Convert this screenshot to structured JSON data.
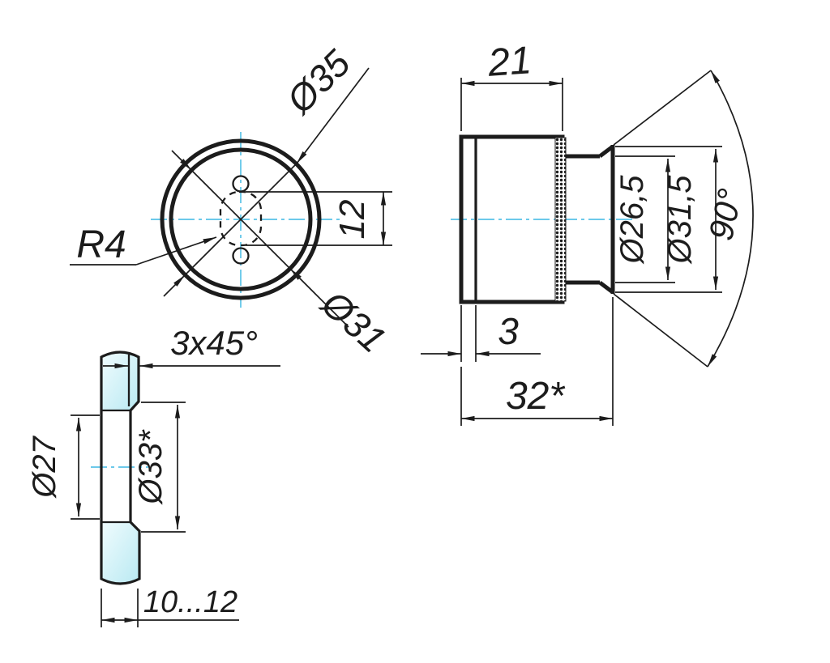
{
  "drawing_type": "technical-drawing",
  "labels": {
    "front": {
      "outer_dia": "Ø35",
      "inner_dia": "Ø31",
      "slot_radius": "R4",
      "slot_length": "12"
    },
    "side": {
      "body_length": "21",
      "recess_depth": "3",
      "overall_length": "32*",
      "seat_small_dia": "Ø26,5",
      "seat_large_dia": "Ø31,5",
      "seat_angle": "90°"
    },
    "glass": {
      "chamfer": "3x45°",
      "bore_dia": "Ø27",
      "outer_dia": "Ø33*",
      "thickness": "10...12"
    }
  },
  "colors": {
    "line": "#1c1c1c",
    "centerline": "#6cc9ea",
    "glass_light": "#eefbfd",
    "glass_dark": "#b9e9f2"
  }
}
